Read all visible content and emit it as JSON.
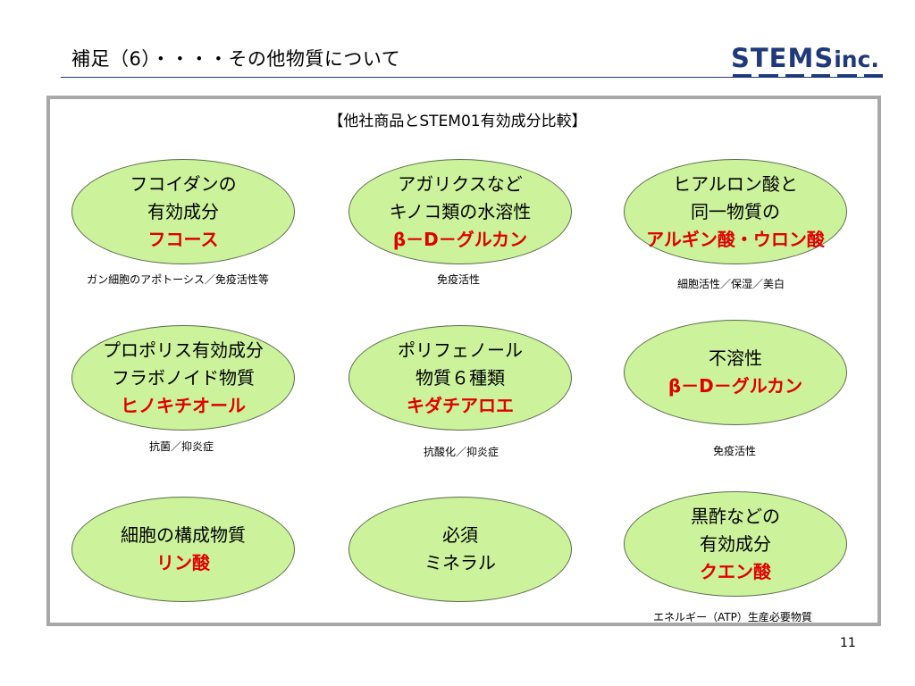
{
  "header": {
    "title": "補足（6）・・・・その他物質について",
    "logo_main": "STEMS",
    "logo_suffix": "inc."
  },
  "frame": {
    "heading": "【他社商品とSTEM01有効成分比較】"
  },
  "cells": [
    {
      "lines": [
        "フコイダンの",
        "有効成分"
      ],
      "highlight": "フコース",
      "caption": "ガン細胞のアポトーシス／免疫活性等"
    },
    {
      "lines": [
        "アガリクスなど",
        "キノコ類の水溶性"
      ],
      "highlight": "β－D－グルカン",
      "caption": "免疫活性"
    },
    {
      "lines": [
        "ヒアルロン酸と",
        "同一物質の"
      ],
      "highlight": "アルギン酸・ウロン酸",
      "caption": "細胞活性／保湿／美白"
    },
    {
      "lines": [
        "プロポリス有効成分",
        "フラボノイド物質"
      ],
      "highlight": "ヒノキチオール",
      "caption": "抗菌／抑炎症"
    },
    {
      "lines": [
        "ポリフェノール",
        "物質６種類"
      ],
      "highlight": "キダチアロエ",
      "caption": "抗酸化／抑炎症"
    },
    {
      "lines": [
        "不溶性"
      ],
      "highlight": "β－D－グルカン",
      "caption": "免疫活性"
    },
    {
      "lines": [
        "細胞の構成物質"
      ],
      "highlight": "リン酸",
      "caption": ""
    },
    {
      "lines": [
        "必須",
        "ミネラル"
      ],
      "highlight": "",
      "caption": ""
    },
    {
      "lines": [
        "黒酢などの",
        "有効成分"
      ],
      "highlight": "クエン酸",
      "caption": "エネルギー（ATP）生産必要物質"
    }
  ],
  "footer": {
    "page_number": "11"
  },
  "colors": {
    "oval_fill": "#ccf29c",
    "highlight": "#e00000",
    "brand": "#1f3a7a",
    "frame": "#a8a8a8"
  }
}
